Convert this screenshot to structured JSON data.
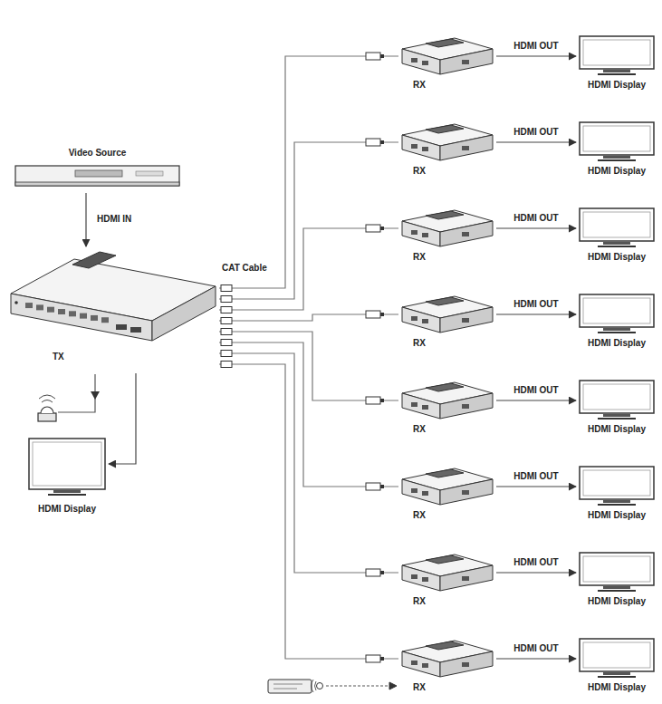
{
  "diagram": {
    "nodes": [
      {
        "text": [
          "Video Source"
        ]
      },
      {
        "text": [
          "TX"
        ]
      },
      {
        "text": [
          "HDMI Display"
        ]
      },
      {
        "text": [
          "RX"
        ]
      },
      {
        "text": [
          "HDMI Display"
        ]
      },
      {
        "text": [
          "RX"
        ]
      },
      {
        "text": [
          "HDMI Display"
        ]
      },
      {
        "text": [
          "RX"
        ]
      },
      {
        "text": [
          "HDMI Display"
        ]
      },
      {
        "text": [
          "RX"
        ]
      },
      {
        "text": [
          "HDMI Display"
        ]
      },
      {
        "text": [
          "RX"
        ]
      },
      {
        "text": [
          "HDMI Display"
        ]
      },
      {
        "text": [
          "RX"
        ]
      },
      {
        "text": [
          "HDMI Display"
        ]
      },
      {
        "text": [
          "RX"
        ]
      },
      {
        "text": [
          "HDMI Display"
        ]
      },
      {
        "text": [
          "RX"
        ]
      },
      {
        "text": [
          "HDMI Display"
        ]
      }
    ],
    "edges": [
      {
        "from": 0,
        "to": 1,
        "arrow": "to",
        "label": "HDMI IN"
      },
      {
        "from": 1,
        "to": 2,
        "arrow": "to"
      },
      {
        "from": 1,
        "to": 3,
        "arrow": "none"
      },
      {
        "from": 3,
        "to": 4,
        "arrow": "to",
        "label": "HDMI OUT"
      },
      {
        "from": 1,
        "to": 5,
        "arrow": "none"
      },
      {
        "from": 5,
        "to": 6,
        "arrow": "to",
        "label": "HDMI OUT"
      },
      {
        "from": 1,
        "to": 7,
        "arrow": "none"
      },
      {
        "from": 7,
        "to": 8,
        "arrow": "to",
        "label": "HDMI OUT"
      },
      {
        "from": 1,
        "to": 9,
        "arrow": "none"
      },
      {
        "from": 9,
        "to": 10,
        "arrow": "to",
        "label": "HDMI OUT"
      },
      {
        "from": 1,
        "to": 11,
        "arrow": "none"
      },
      {
        "from": 11,
        "to": 12,
        "arrow": "to",
        "label": "HDMI OUT"
      },
      {
        "from": 1,
        "to": 13,
        "arrow": "none"
      },
      {
        "from": 13,
        "to": 14,
        "arrow": "to",
        "label": "HDMI OUT"
      },
      {
        "from": 1,
        "to": 15,
        "arrow": "none"
      },
      {
        "from": 15,
        "to": 16,
        "arrow": "to",
        "label": "HDMI OUT"
      },
      {
        "from": 1,
        "to": 17,
        "arrow": "none"
      },
      {
        "from": 17,
        "to": 18,
        "arrow": "to",
        "label": "HDMI OUT"
      }
    ],
    "labels": [
      "CAT Cable"
    ]
  }
}
